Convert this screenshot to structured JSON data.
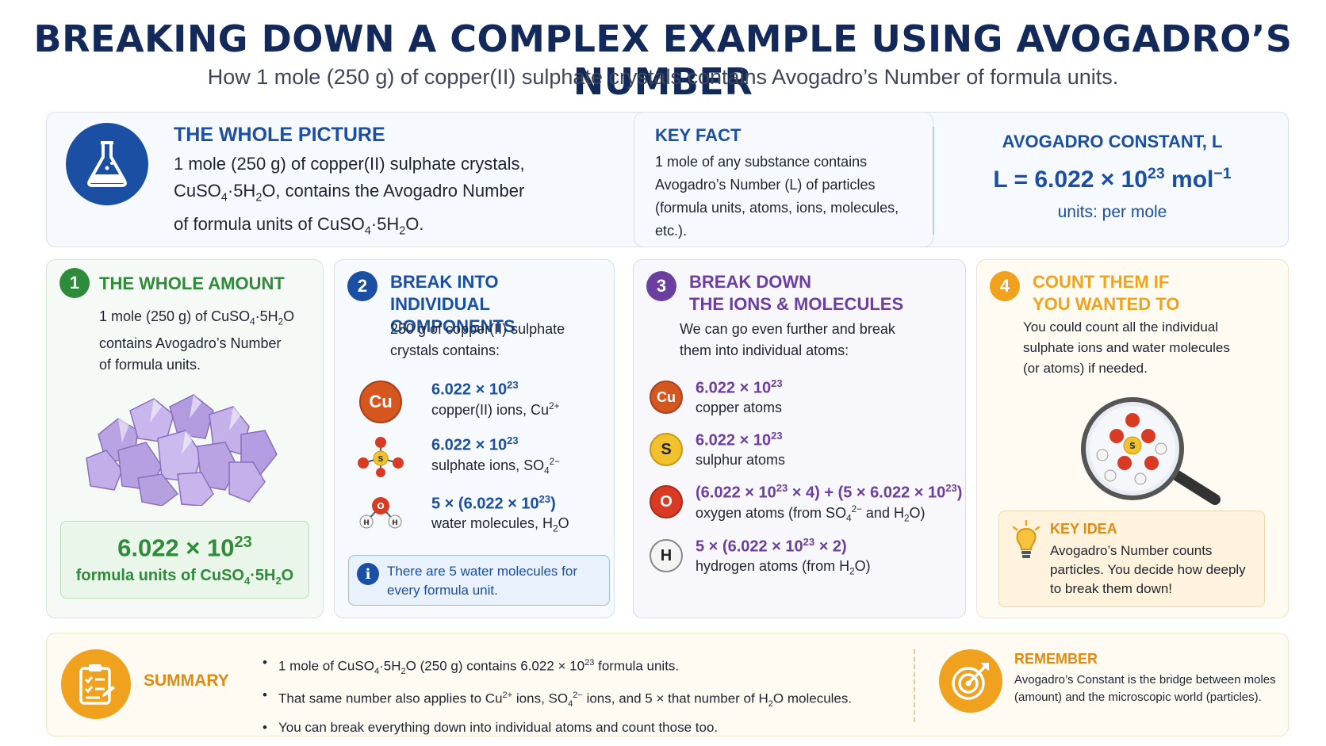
{
  "header": {
    "title": "BREAKING DOWN A COMPLEX EXAMPLE USING AVOGADRO’S NUMBER",
    "subtitle": "How 1 mole (250 g) of copper(II) sulphate crystals contains Avogadro’s Number of formula units."
  },
  "whole_picture": {
    "title": "THE WHOLE PICTURE",
    "line1": "1 mole (250 g) of copper(II) sulphate crystals,",
    "line2_a": "CuSO",
    "line2_b": "4",
    "line2_c": "·5H",
    "line2_d": "2",
    "line2_e": "O, contains the Avogadro Number",
    "line3_a": "of formula units of CuSO",
    "line3_b": "4",
    "line3_c": "·5H",
    "line3_d": "2",
    "line3_e": "O."
  },
  "key_fact": {
    "title": "KEY FACT",
    "text": "1 mole of any substance contains Avogadro’s Number (L) of particles (formula units, atoms, ions, molecules, etc.)."
  },
  "avogadro": {
    "title": "AVOGADRO CONSTANT, L",
    "formula_a": "L = 6.022 × 10",
    "formula_exp": "23",
    "formula_b": " mol",
    "formula_unit_exp": "−1",
    "units": "units: per mole"
  },
  "step1": {
    "number": "1",
    "title": "THE WHOLE AMOUNT",
    "text_a": "1 mole (250 g) of CuSO",
    "text_b": "4",
    "text_c": "·5H",
    "text_d": "2",
    "text_e": "O",
    "text_f": "contains Avogadro’s Number",
    "text_g": "of formula units.",
    "result_a": "6.022 × 10",
    "result_exp": "23",
    "result_label_a": "formula units of CuSO",
    "result_label_b": "4",
    "result_label_c": "·5H",
    "result_label_d": "2",
    "result_label_e": "O"
  },
  "step2": {
    "number": "2",
    "title_line1": "BREAK INTO",
    "title_line2": "INDIVIDUAL COMPONENTS",
    "intro_line1": "250 g of copper(II) sulphate",
    "intro_line2": "crystals contains:",
    "items": [
      {
        "symbol": "Cu",
        "value": "6.022 × 10",
        "exp": "23",
        "label": "copper(II) ions, Cu",
        "label_sup": "2+",
        "label_sub": "",
        "label_tail": ""
      },
      {
        "symbol": "S",
        "value": "6.022 × 10",
        "exp": "23",
        "label": "sulphate ions, SO",
        "label_sup": "2−",
        "label_sub": "4",
        "label_tail": ""
      },
      {
        "symbol": "H2O",
        "value_prefix": "5 × (6.022 × 10",
        "exp": "23",
        "value_suffix": ")",
        "label": "water molecules, H",
        "label_sub": "2",
        "label_tail": "O"
      }
    ],
    "info": "There are 5 water molecules for every formula unit."
  },
  "step3": {
    "number": "3",
    "title_line1": "BREAK DOWN",
    "title_line2": "THE IONS & MOLECULES",
    "intro_line1": "We can go even further and break",
    "intro_line2": "them into individual atoms:",
    "items": [
      {
        "symbol": "Cu",
        "value": "6.022 × 10",
        "exp": "23",
        "label": "copper atoms"
      },
      {
        "symbol": "S",
        "value": "6.022 × 10",
        "exp": "23",
        "label": "sulphur atoms"
      },
      {
        "symbol": "O",
        "v1": "(6.022 × 10",
        "e1": "23",
        "v2": " × 4) + (5 × 6.022 × 10",
        "e2": "23",
        "v3": ")",
        "l1": "oxygen atoms (from SO",
        "lsub1": "4",
        "lsup1": "2−",
        "l2": " and H",
        "lsub2": "2",
        "l3": "O)"
      },
      {
        "symbol": "H",
        "v1": "5 × (6.022 × 10",
        "e1": "23",
        "v2": " × 2)",
        "l1": "hydrogen atoms (from H",
        "lsub1": "2",
        "l2": "O)"
      }
    ]
  },
  "step4": {
    "number": "4",
    "title_line1": "COUNT THEM IF",
    "title_line2": "YOU WANTED TO",
    "text_line1": "You could count all the individual",
    "text_line2": "sulphate ions and water molecules",
    "text_line3": "(or atoms) if needed.",
    "key_idea_title": "KEY IDEA",
    "key_idea_text": "Avogadro’s Number counts particles. You decide how deeply to break them down!"
  },
  "summary": {
    "title": "SUMMARY",
    "b1_a": "1 mole of CuSO",
    "b1_b": "4",
    "b1_c": "·5H",
    "b1_d": "2",
    "b1_e": "O (250 g) contains 6.022 × 10",
    "b1_f": "23",
    "b1_g": " formula units.",
    "b2_a": "That same number also applies to Cu",
    "b2_b": "2+",
    "b2_c": " ions, SO",
    "b2_d": "4",
    "b2_e": "2−",
    "b2_f": " ions, and 5 × that number of H",
    "b2_g": "2",
    "b2_h": "O molecules.",
    "b3": "You can break everything down into individual atoms and count those too.",
    "remember_title": "REMEMBER",
    "remember_text": "Avogadro’s Constant is the bridge between moles (amount) and the microscopic world (particles)."
  },
  "colors": {
    "navy": "#12295a",
    "blue": "#1a4fa3",
    "green": "#2e8b3a",
    "purple": "#6b3fa0",
    "orange": "#e08a12"
  }
}
